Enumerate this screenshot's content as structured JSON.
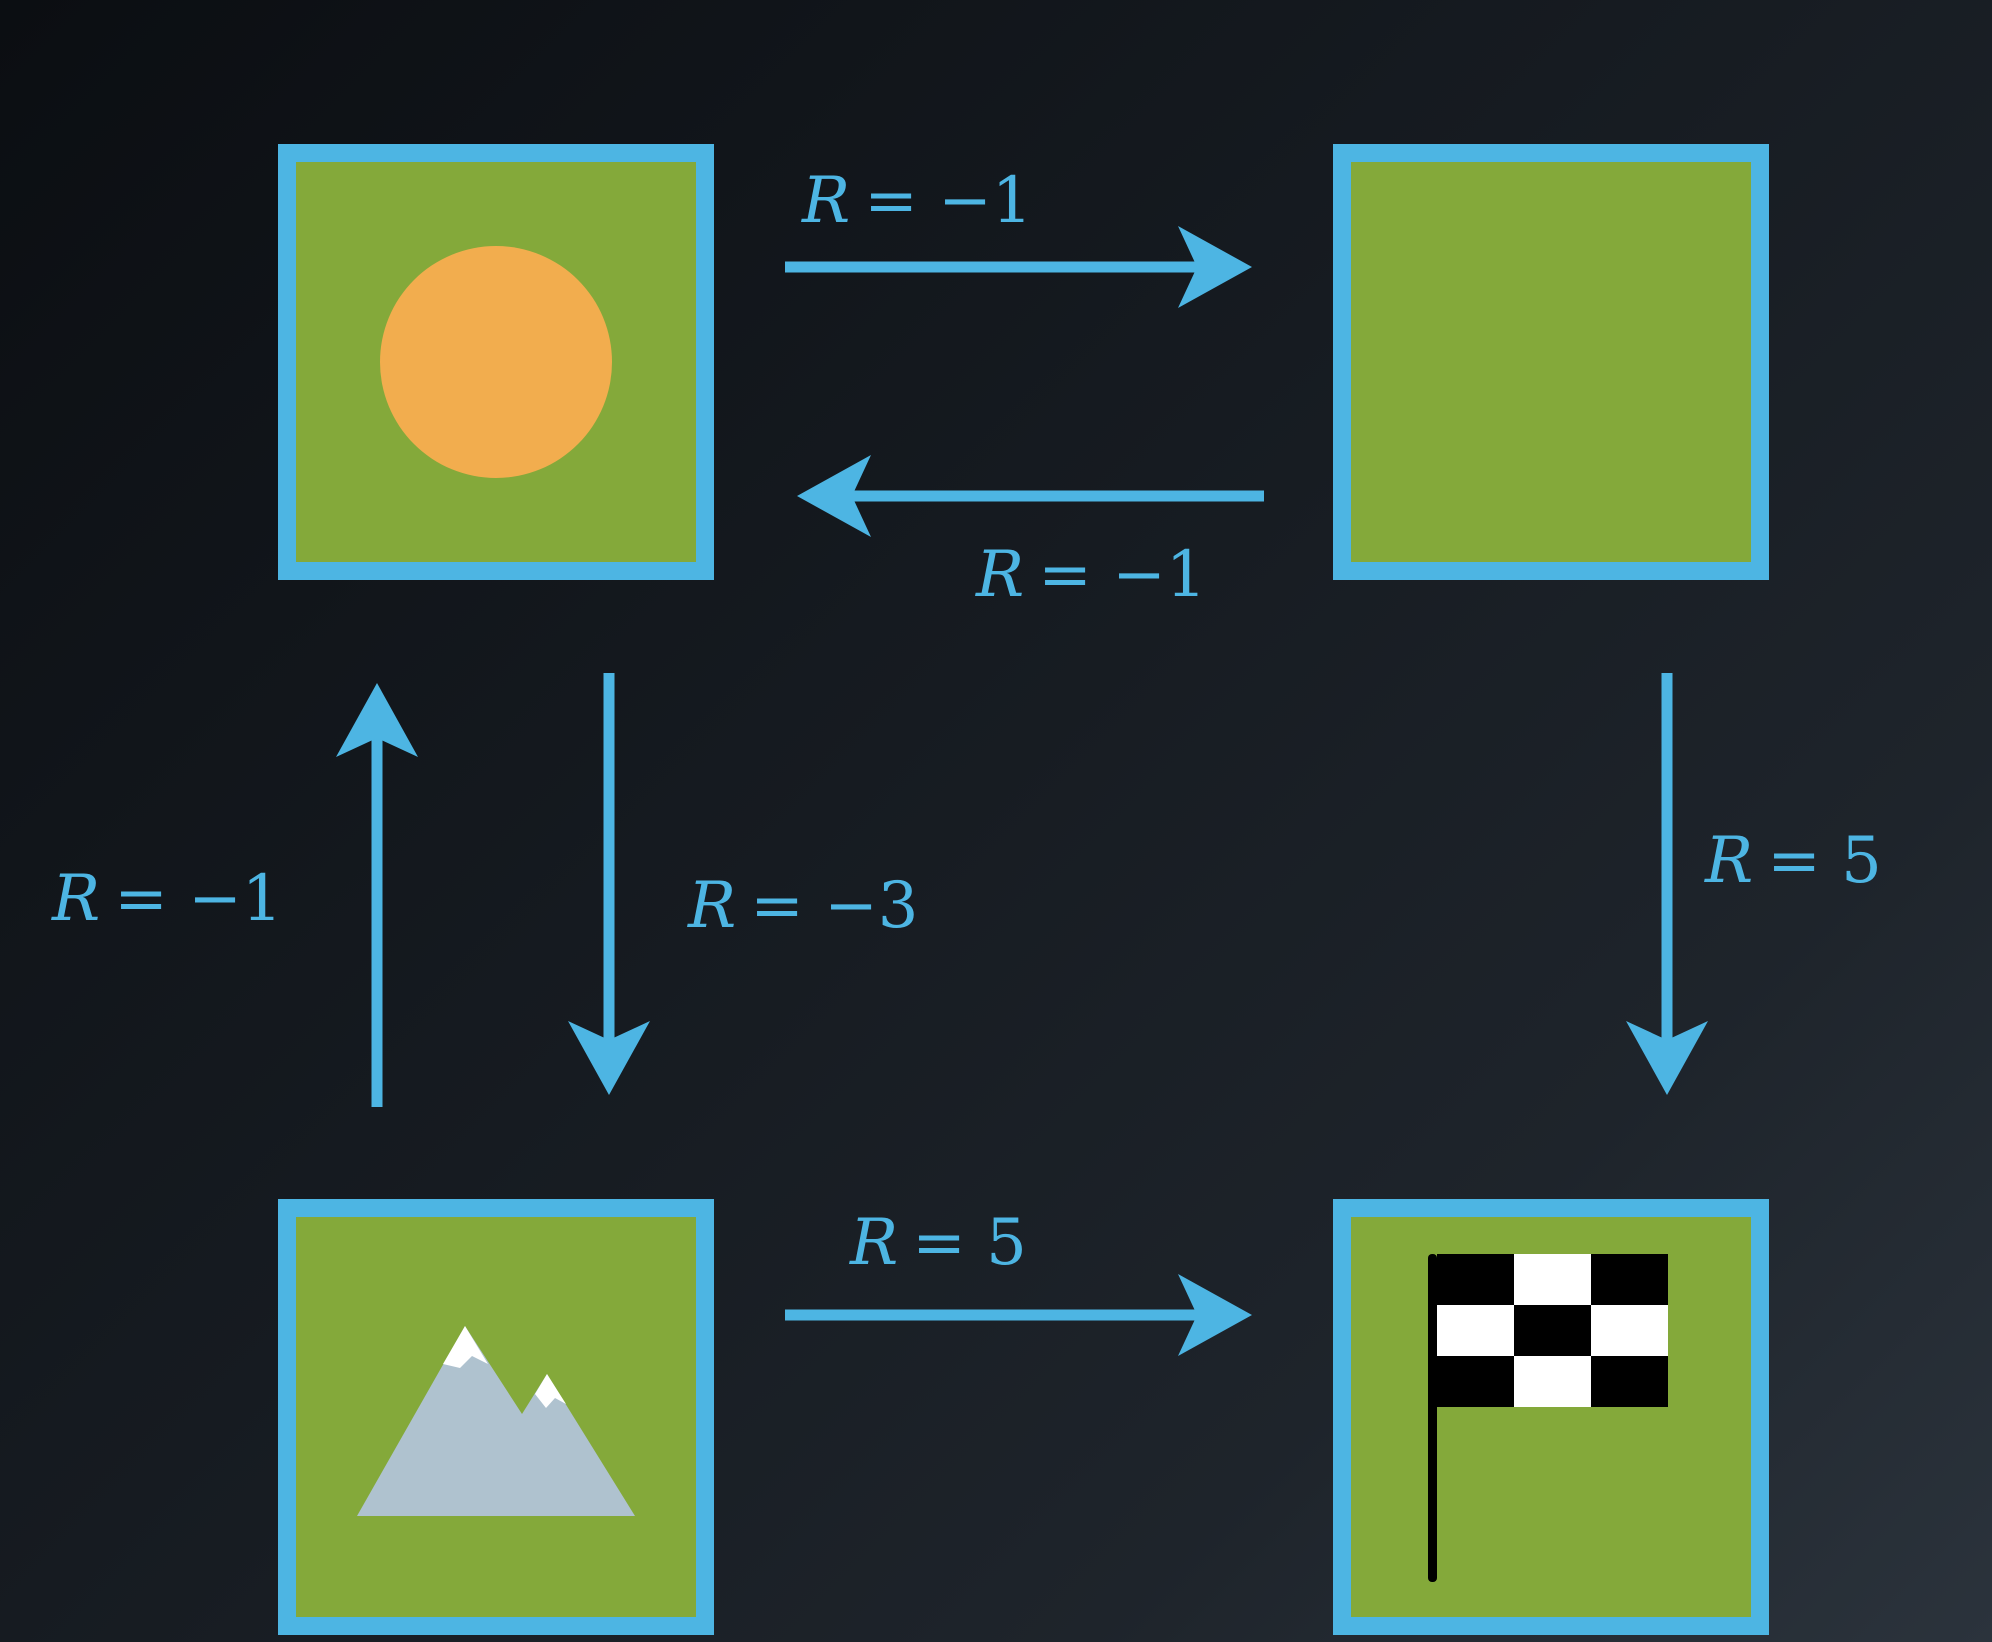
{
  "colors": {
    "background_dark": "#0b0e12",
    "background_light": "#2b333c",
    "cell_fill": "#84a93a",
    "cell_border": "#4db5e3",
    "arrow": "#4db5e3",
    "label": "#4db5e3",
    "sun": "#f2ad4e",
    "mountain": "#afc2cf",
    "snow": "#ffffff",
    "flag_dark": "#000000",
    "flag_light": "#ffffff"
  },
  "states": [
    {
      "id": "top-left",
      "icon": "sun-icon"
    },
    {
      "id": "top-right",
      "icon": null
    },
    {
      "id": "bottom-left",
      "icon": "mountain-icon"
    },
    {
      "id": "bottom-right",
      "icon": "checkered-flag-icon"
    }
  ],
  "transitions": [
    {
      "from": "top-left",
      "to": "top-right",
      "label_var": "R",
      "label_rest": "= −1"
    },
    {
      "from": "top-right",
      "to": "top-left",
      "label_var": "R",
      "label_rest": "= −1"
    },
    {
      "from": "bottom-left",
      "to": "top-left",
      "label_var": "R",
      "label_rest": "= −1"
    },
    {
      "from": "top-left",
      "to": "bottom-left",
      "label_var": "R",
      "label_rest": "= −3"
    },
    {
      "from": "top-right",
      "to": "bottom-right",
      "label_var": "R",
      "label_rest": "= 5"
    },
    {
      "from": "bottom-left",
      "to": "bottom-right",
      "label_var": "R",
      "label_rest": "= 5"
    }
  ]
}
